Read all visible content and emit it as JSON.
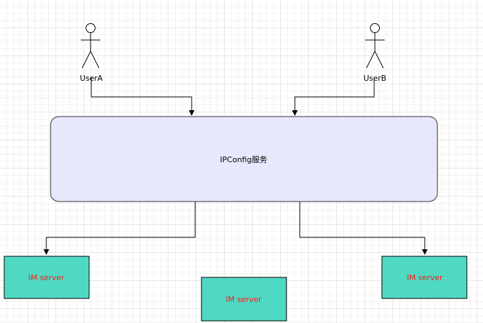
{
  "diagram": {
    "actors": [
      {
        "id": "userA",
        "label": "UserA"
      },
      {
        "id": "userB",
        "label": "UserB"
      }
    ],
    "service": {
      "label": "IPConfig服务",
      "fill": "#e6e8fb",
      "stroke": "#333333"
    },
    "servers": [
      {
        "id": "server-left",
        "label": "IM server"
      },
      {
        "id": "server-center",
        "label": "IM server"
      },
      {
        "id": "server-right",
        "label": "IM server"
      }
    ],
    "colors": {
      "server_fill": "#4fd9c2",
      "server_text": "#ff1a1a",
      "line": "#000000"
    },
    "edges": [
      {
        "from": "UserA",
        "to": "IPConfig服务"
      },
      {
        "from": "UserB",
        "to": "IPConfig服务"
      },
      {
        "from": "IPConfig服务",
        "to": "IM server (left)"
      },
      {
        "from": "IPConfig服务",
        "to": "IM server (right)"
      }
    ]
  }
}
